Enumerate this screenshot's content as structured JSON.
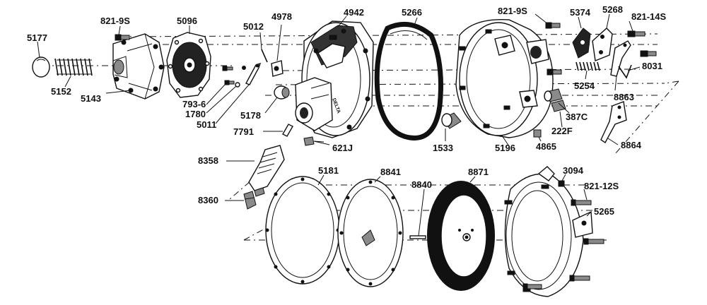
{
  "diagram": {
    "part_numbers": {
      "p5177": "5177",
      "p5152": "5152",
      "p5143": "5143",
      "p821_9s_left": "821-9S",
      "p5096": "5096",
      "p793_6": "793-6",
      "p1780": "1780",
      "p5011": "5011",
      "p5012": "5012",
      "p4978": "4978",
      "p5178": "5178",
      "p4942": "4942",
      "p7791": "7791",
      "p621j": "621J",
      "p8358": "8358",
      "p8360": "8360",
      "p5266": "5266",
      "p1533": "1533",
      "p821_9s_right": "821-9S",
      "p5374": "5374",
      "p5268": "5268",
      "p821_14s": "821-14S",
      "p8031": "8031",
      "p5254": "5254",
      "p8863": "8863",
      "p387c": "387C",
      "p222f": "222F",
      "p4865": "4865",
      "p5196": "5196",
      "p8864": "8864",
      "p5181": "5181",
      "p8841": "8841",
      "p8840": "8840",
      "p8871": "8871",
      "p3094": "3094",
      "p821_12s": "821-12S",
      "p5265": "5265"
    },
    "casting_mark": "DELTA"
  }
}
